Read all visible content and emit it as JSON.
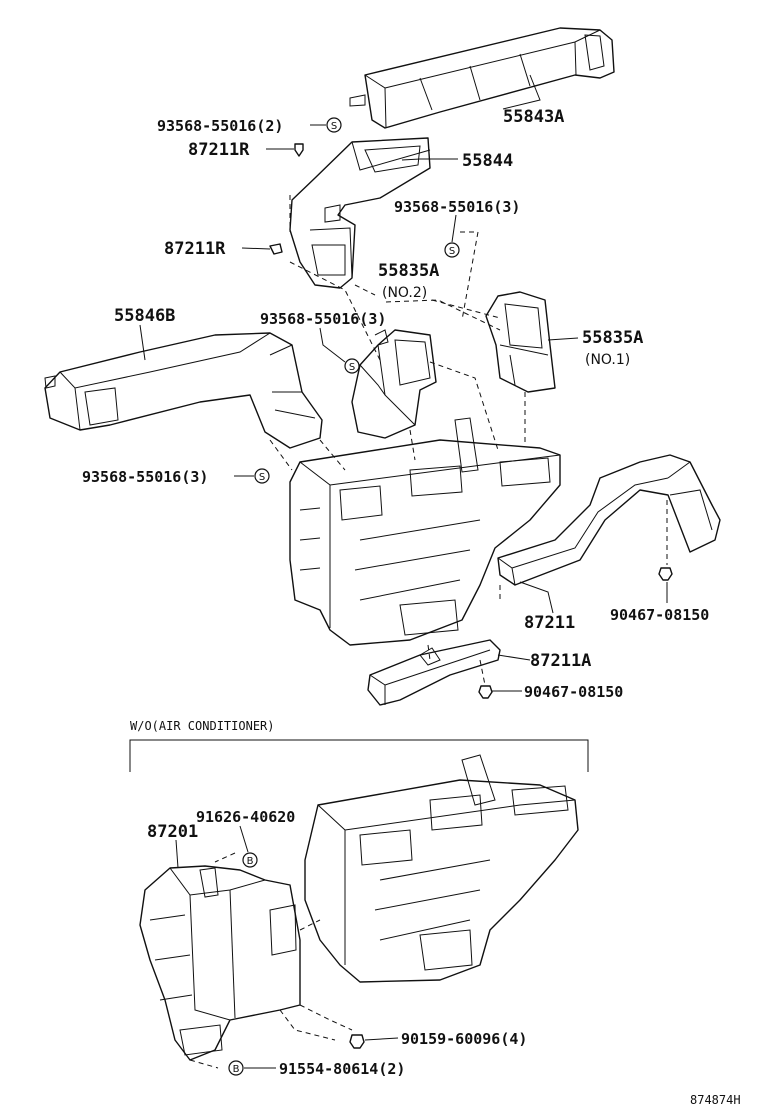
{
  "labels": {
    "p55843A": "55843A",
    "p93568_a": "93568-55016(2)",
    "p87211R_a": "87211R",
    "p55844": "55844",
    "p93568_b": "93568-55016(3)",
    "p87211R_b": "87211R",
    "p55835A_no2": "55835A",
    "no2": "(NO.2)",
    "p55846B": "55846B",
    "p93568_c": "93568-55016(3)",
    "p55835A_no1": "55835A",
    "no1": "(NO.1)",
    "p93568_d": "93568-55016(3)",
    "p87211": "87211",
    "p90467_a": "90467-08150",
    "p87211A": "87211A",
    "p90467_b": "90467-08150",
    "section_title": "W/O(AIR CONDITIONER)",
    "p91626": "91626-40620",
    "p87201": "87201",
    "p90159": "90159-60096(4)",
    "p91554": "91554-80614(2)",
    "diagram_id": "874874H"
  },
  "symbols": {
    "s": "S",
    "b": "B"
  }
}
